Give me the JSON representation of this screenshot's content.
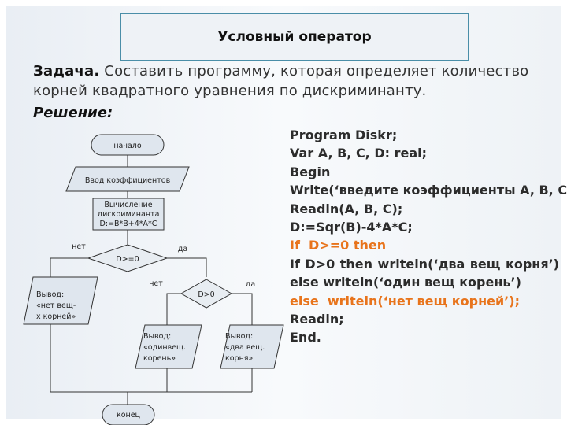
{
  "slide": {
    "title": "Условный оператор",
    "task_label": "Задача.",
    "task_text": " Составить программу, которая определяет количество корней квадратного уравнения по дискриминанту.",
    "solution_label": "Решение:"
  },
  "flowchart": {
    "start": "начало",
    "input": "Ввод коэффициентов",
    "calc": [
      "Вычисление",
      "дискриминанта",
      "D:=B*B+4*A*C"
    ],
    "cond1": "D>=0",
    "cond1_no": "нет",
    "cond1_yes": "да",
    "cond2": "D>0",
    "cond2_no": "нет",
    "cond2_yes": "да",
    "out_none": [
      "Вывод:",
      "«нет вещ-",
      "х корней»"
    ],
    "out_one": [
      "Вывод:",
      "«одинвещ.",
      "корень»"
    ],
    "out_two": [
      "Вывод:",
      "«два вещ.",
      "корня»"
    ],
    "end": "конец"
  },
  "code": {
    "l1": "Program Diskr;",
    "l2": "Var A, B, C, D: real;",
    "l3": "Begin",
    "l4": "Write(‘введите коэффициенты A, B, C:’);",
    "l5": "Readln(A, B, C);",
    "l6": "D:=Sqr(B)-4*A*C;",
    "l7": "If  D>=0 then",
    "l8_words": [
      "If",
      "D>0",
      "then",
      "writeln(‘два",
      "вещ",
      "корня’)"
    ],
    "l9": "else writeln(‘один вещ корень’)",
    "l10": "else  writeln(‘нет вещ корней’);",
    "l11": "Readln;",
    "l12": "End."
  },
  "colors": {
    "highlight": "#e8741c",
    "frame": "#4a8ea8"
  }
}
